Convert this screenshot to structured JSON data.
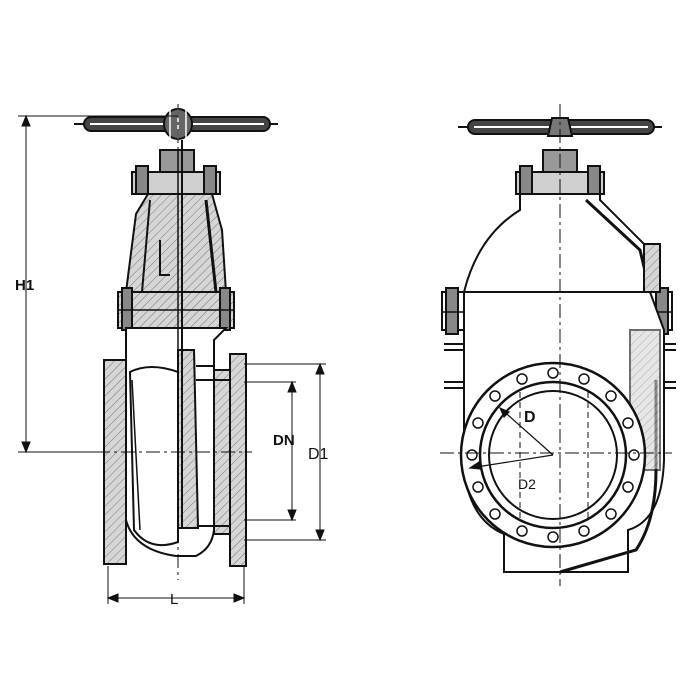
{
  "labels": {
    "h1": "H1",
    "dn": "DN",
    "d1": "D1",
    "l": "L",
    "d": "D",
    "d2": "D2"
  }
}
